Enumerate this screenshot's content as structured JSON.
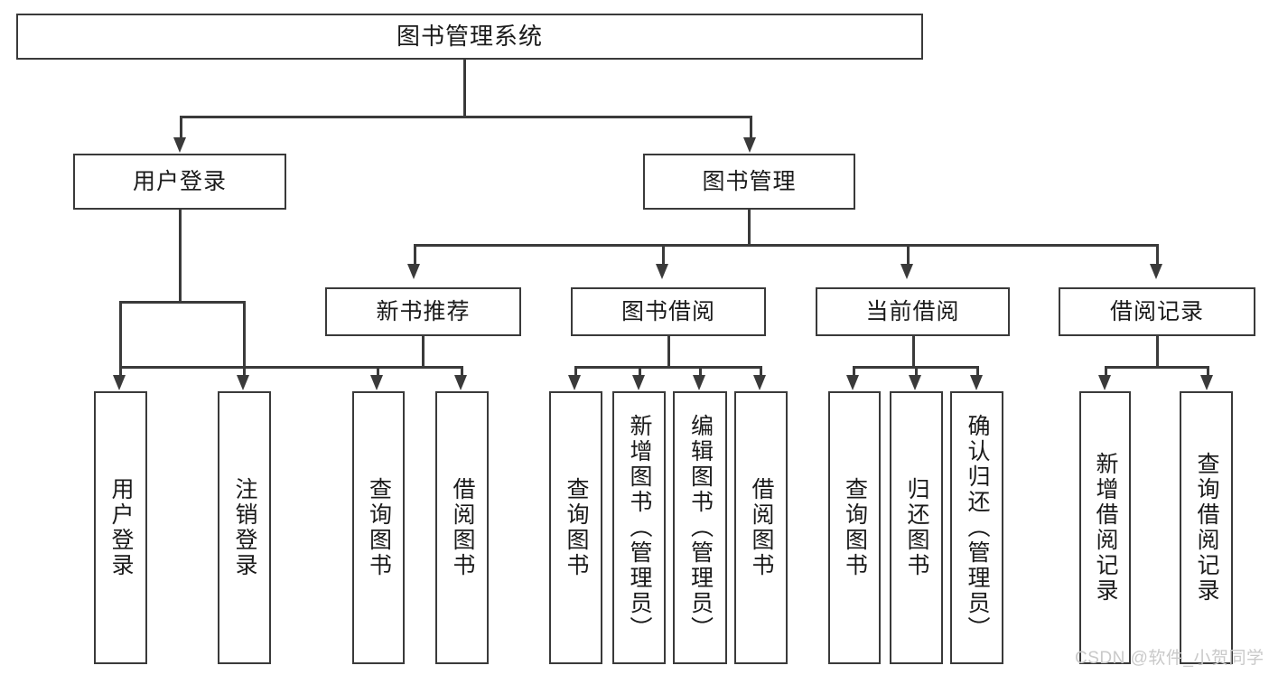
{
  "diagram": {
    "type": "tree-hierarchy",
    "title": "图书管理系统",
    "watermark": "CSDN @软件_小贺同学",
    "colors": {
      "border": "#3a3a3a",
      "background": "#ffffff",
      "text": "#1a1a1a",
      "watermark": "#c9c9c9"
    },
    "levels": {
      "level1": [
        "图书管理系统"
      ],
      "level2": [
        "用户登录",
        "图书管理"
      ],
      "level3": [
        "新书推荐",
        "图书借阅",
        "当前借阅",
        "借阅记录"
      ],
      "level4": [
        "用户登录",
        "注销登录",
        "查询图书",
        "借阅图书",
        "查询图书",
        "新增图书（管理员）",
        "编辑图书（管理员）",
        "借阅图书",
        "查询图书",
        "归还图书",
        "确认归还（管理员）",
        "新增借阅记录",
        "查询借阅记录"
      ]
    },
    "nodes": {
      "root": {
        "label": "图书管理系统"
      },
      "user_login": {
        "label": "用户登录"
      },
      "book_manage": {
        "label": "图书管理"
      },
      "new_book_rec": {
        "label": "新书推荐"
      },
      "book_borrow": {
        "label": "图书借阅"
      },
      "current_borrow": {
        "label": "当前借阅"
      },
      "borrow_record": {
        "label": "借阅记录"
      },
      "leaf_user_login": {
        "label": "用户登录"
      },
      "leaf_logout": {
        "label": "注销登录"
      },
      "leaf_query_book_1": {
        "label": "查询图书"
      },
      "leaf_borrow_book_1": {
        "label": "借阅图书"
      },
      "leaf_query_book_2": {
        "label": "查询图书"
      },
      "leaf_add_book": {
        "label": "新增图书（管理员）"
      },
      "leaf_edit_book": {
        "label": "编辑图书（管理员）"
      },
      "leaf_borrow_book_2": {
        "label": "借阅图书"
      },
      "leaf_query_book_3": {
        "label": "查询图书"
      },
      "leaf_return_book": {
        "label": "归还图书"
      },
      "leaf_confirm_return": {
        "label": "确认归还（管理员）"
      },
      "leaf_add_record": {
        "label": "新增借阅记录"
      },
      "leaf_query_record": {
        "label": "查询借阅记录"
      }
    },
    "edges": [
      {
        "from": "root",
        "to": "user_login"
      },
      {
        "from": "root",
        "to": "book_manage"
      },
      {
        "from": "user_login",
        "to": "leaf_user_login"
      },
      {
        "from": "user_login",
        "to": "leaf_logout"
      },
      {
        "from": "book_manage",
        "to": "new_book_rec"
      },
      {
        "from": "book_manage",
        "to": "book_borrow"
      },
      {
        "from": "book_manage",
        "to": "current_borrow"
      },
      {
        "from": "book_manage",
        "to": "borrow_record"
      },
      {
        "from": "new_book_rec",
        "to": "leaf_query_book_1"
      },
      {
        "from": "new_book_rec",
        "to": "leaf_borrow_book_1"
      },
      {
        "from": "book_borrow",
        "to": "leaf_query_book_2"
      },
      {
        "from": "book_borrow",
        "to": "leaf_add_book"
      },
      {
        "from": "book_borrow",
        "to": "leaf_edit_book"
      },
      {
        "from": "book_borrow",
        "to": "leaf_borrow_book_2"
      },
      {
        "from": "current_borrow",
        "to": "leaf_query_book_3"
      },
      {
        "from": "current_borrow",
        "to": "leaf_return_book"
      },
      {
        "from": "current_borrow",
        "to": "leaf_confirm_return"
      },
      {
        "from": "borrow_record",
        "to": "leaf_add_record"
      },
      {
        "from": "borrow_record",
        "to": "leaf_query_record"
      }
    ]
  }
}
